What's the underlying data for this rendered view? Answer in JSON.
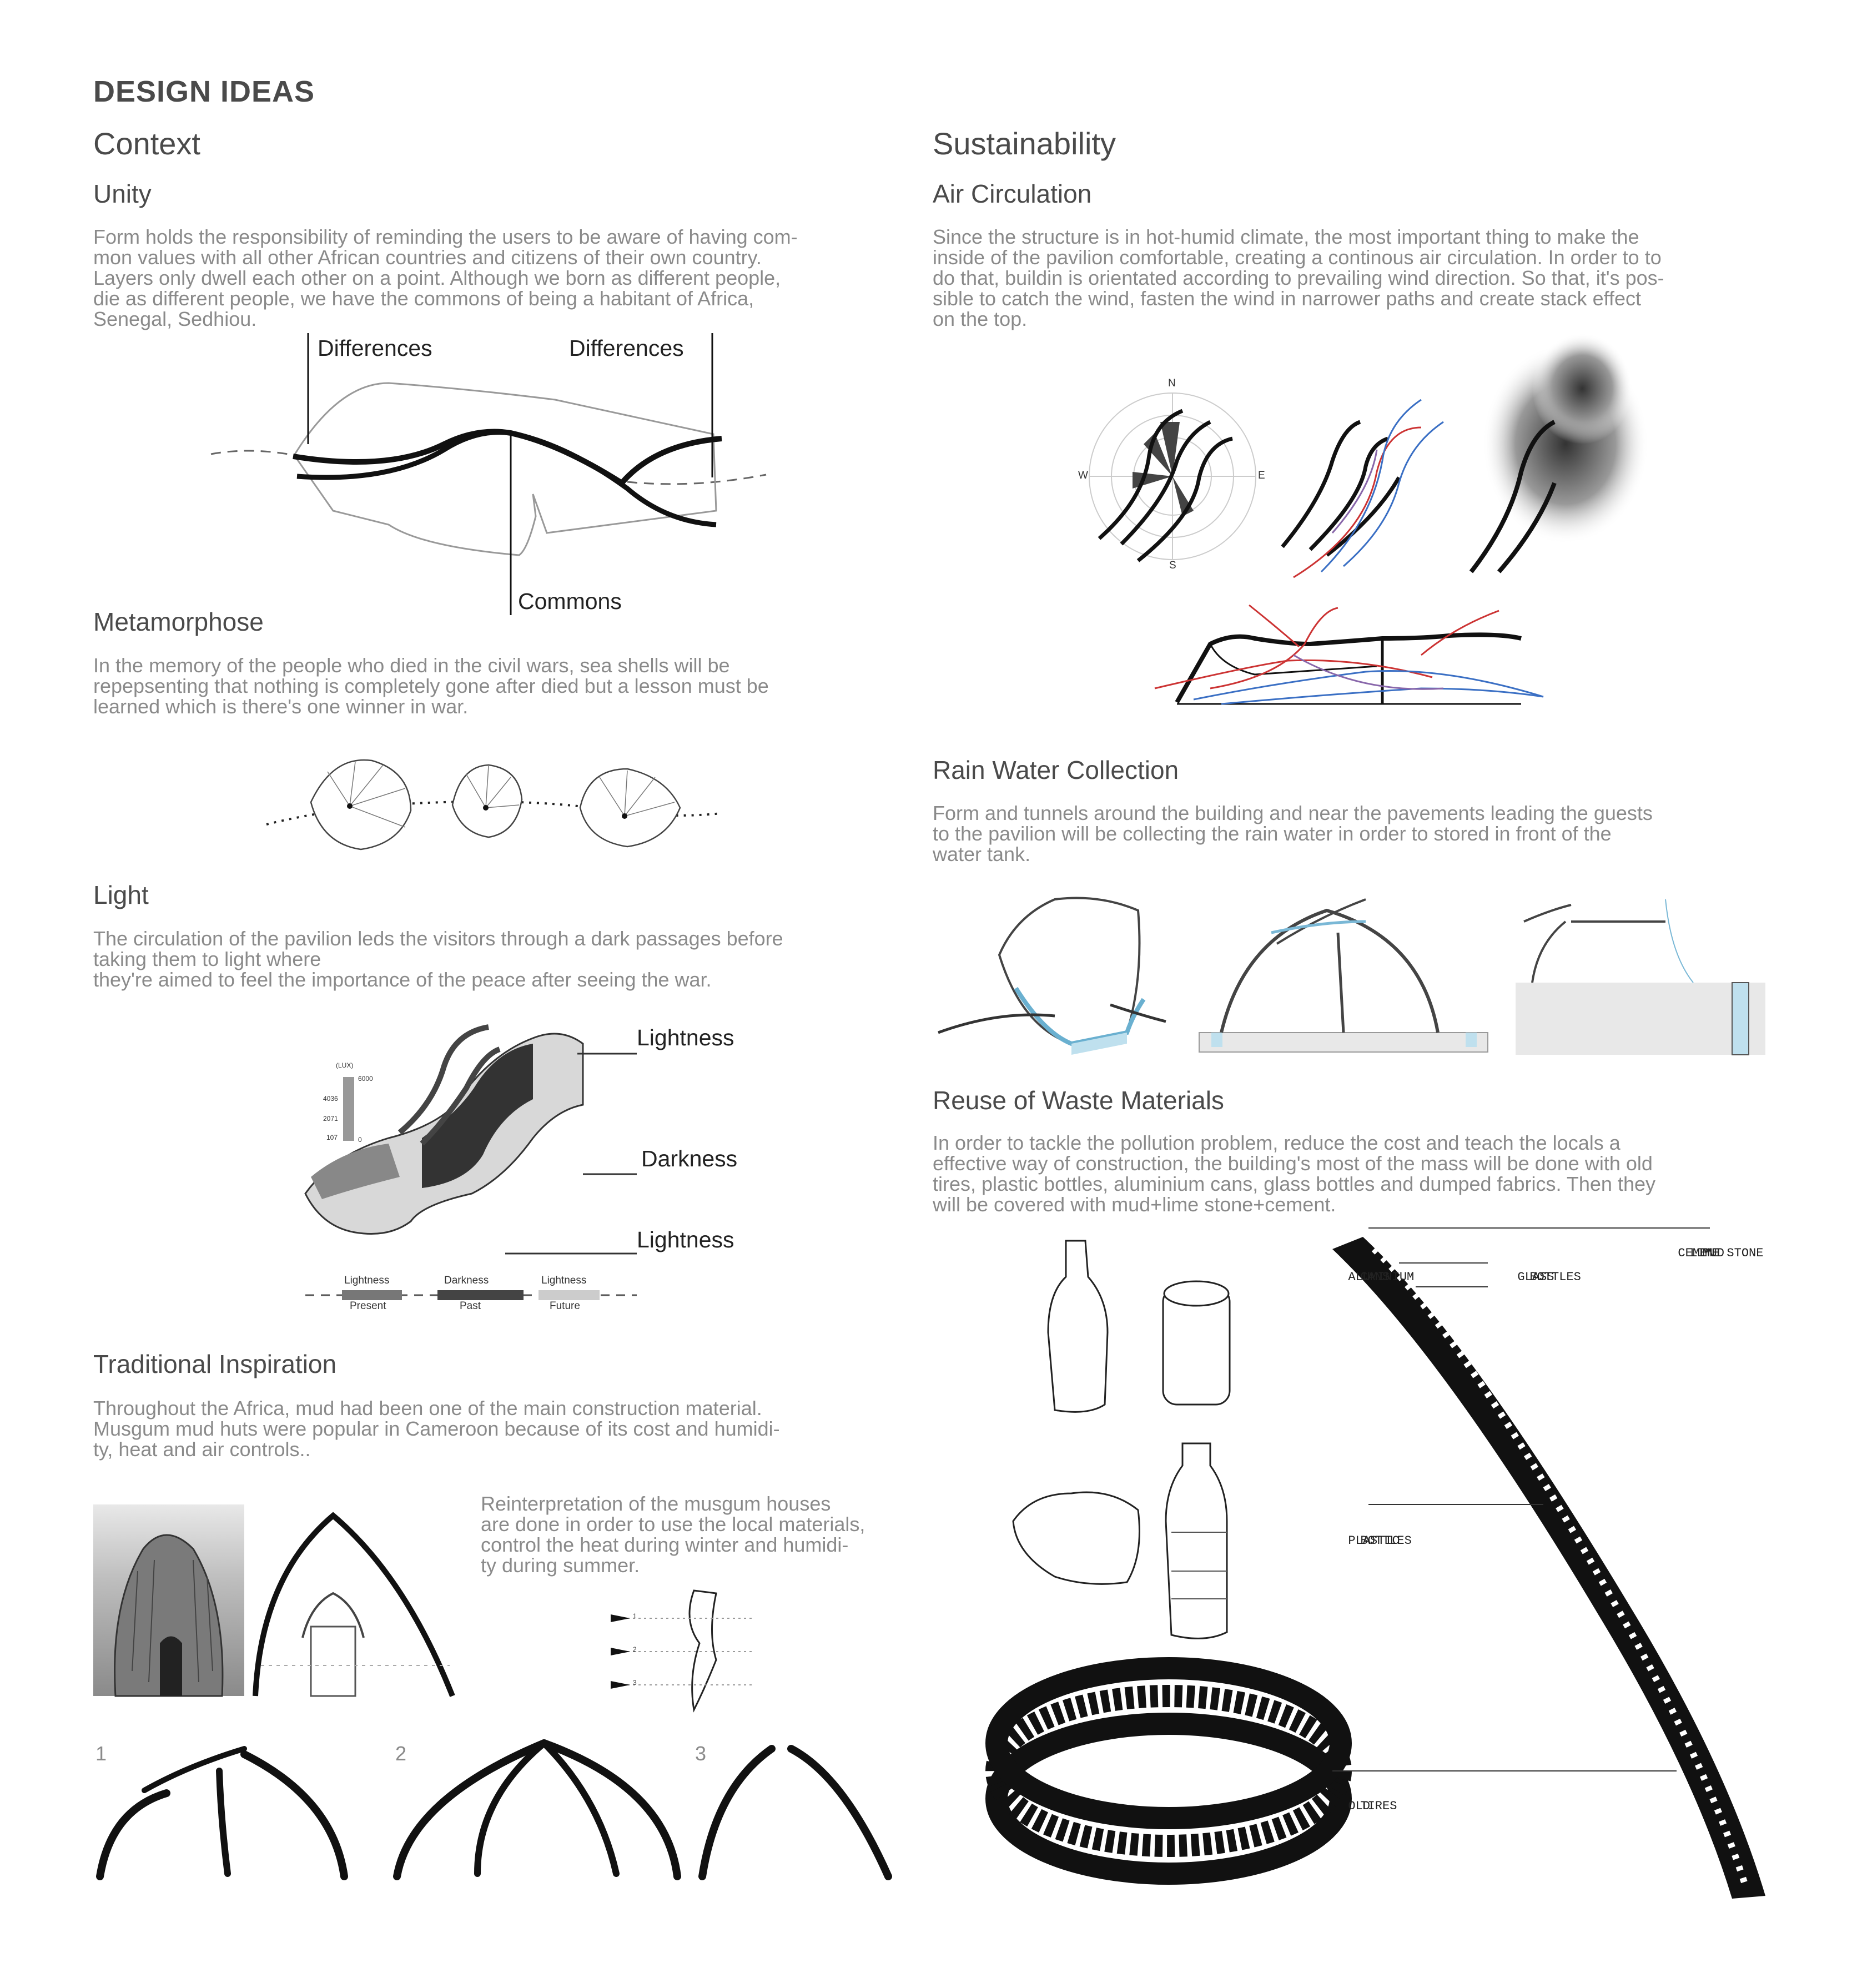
{
  "page": {
    "title": "DESIGN IDEAS"
  },
  "context": {
    "heading": "Context",
    "unity": {
      "title": "Unity",
      "lines": [
        "Form holds the responsibility of reminding the users to be aware of having com-",
        "mon values with all other African countries and citizens of their own country.",
        "Layers only dwell each other on a point. Although we born as different people,",
        "die as different people, we have the commons of being a habitant of Africa,",
        "Senegal, Sedhiou."
      ],
      "label_left": "Differences",
      "label_right": "Differences",
      "label_bottom": "Commons"
    },
    "metamorphose": {
      "title": "Metamorphose",
      "lines": [
        "In the memory of the people who died in the civil wars, sea shells will be",
        "repepsenting that nothing is completely gone after died but a lesson must be",
        "learned which is there's one winner in war."
      ]
    },
    "light": {
      "title": "Light",
      "lines": [
        "The circulation of the pavilion leds the visitors through a dark passages before",
        "taking them to light where",
        "they're aimed to feel the importance of the peace after seeing the war."
      ],
      "labels": [
        "Lightness",
        "Darkness",
        "Lightness"
      ],
      "lux_unit": "(LUX)",
      "lux_values": [
        "6000",
        "4036",
        "2071",
        "107",
        "0"
      ],
      "timeline": [
        {
          "top": "Lightness",
          "bottom": "Present",
          "color": "#777777"
        },
        {
          "top": "Darkness",
          "bottom": "Past",
          "color": "#444444"
        },
        {
          "top": "Lightness",
          "bottom": "Future",
          "color": "#cccccc"
        }
      ]
    },
    "traditional": {
      "title": "Traditional Inspiration",
      "lines": [
        "Throughout the Africa, mud had been one of the main construction material.",
        "Musgum mud huts were popular in Cameroon because of its cost and humidi-",
        "ty, heat and air controls.."
      ],
      "reinterpretation_lines": [
        "Reinterpretation of the musgum houses",
        "are done in order to use the local materials,",
        "control the heat during winter and humidi-",
        "ty during summer."
      ],
      "diagram_steps": [
        "1",
        "2",
        "3"
      ],
      "arches": [
        "1",
        "2",
        "3"
      ]
    }
  },
  "sustainability": {
    "heading": "Sustainability",
    "air": {
      "title": "Air Circulation",
      "lines": [
        "Since the structure is in hot-humid climate, the most important thing to make the",
        "inside of the pavilion comfortable, creating a continous air circulation. In order to to",
        "do that, buildin is orientated according to prevailing wind direction. So that, it's pos-",
        "sible to catch the wind, fasten the wind in narrower paths and create stack effect",
        "on the top."
      ],
      "compass": [
        "N",
        "E",
        "S",
        "W"
      ]
    },
    "rain": {
      "title": "Rain Water Collection",
      "lines": [
        "Form and tunnels around the building and near the pavements leading the guests",
        "to the pavilion will be collecting the rain water in order to stored in front of the",
        "water tank."
      ]
    },
    "reuse": {
      "title": "Reuse of Waste Materials",
      "lines": [
        "In order to tackle the pollution problem, reduce the cost and teach the locals a",
        "effective way of construction, the building's most of the mass will be done with old",
        "tires, plastic bottles, aluminium cans, glass bottles and dumped fabrics. Then they",
        "will be covered with mud+lime stone+cement."
      ],
      "layer_labels": {
        "aluminium": [
          "ALUMINIUM",
          "CANS"
        ],
        "glass": [
          "GLASS",
          "BOTTLES"
        ],
        "cover": [
          "CEMENT",
          "LIME STONE",
          "MUD"
        ],
        "plastic": [
          "PLASTIC",
          "BOTTLES"
        ],
        "tires": [
          "OLD",
          "TIRES"
        ]
      }
    }
  },
  "colors": {
    "heading": "#4a4a4a",
    "body": "#8a8a8a",
    "wind_red": "#cc3333",
    "wind_blue": "#3a6fc4",
    "water": "#bfe0ee"
  }
}
